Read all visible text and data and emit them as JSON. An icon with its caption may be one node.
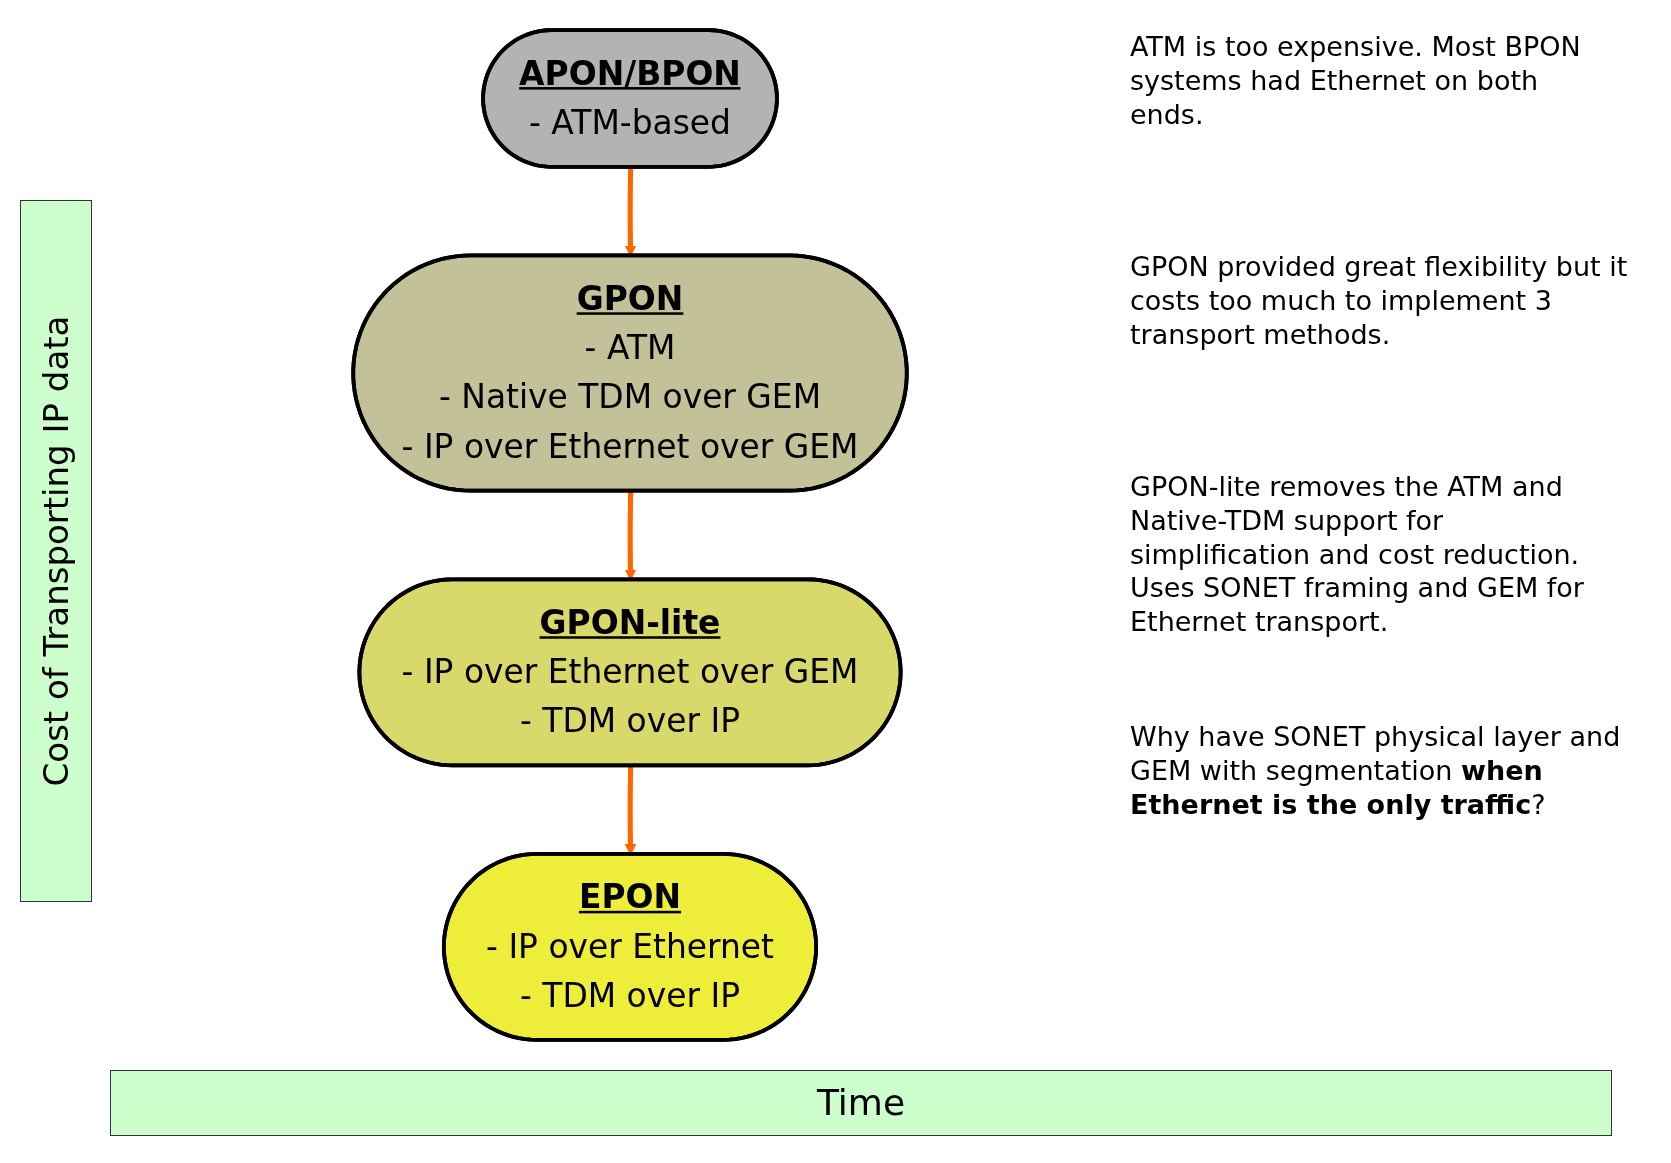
{
  "diagram": {
    "nodes": [
      {
        "text": [
          "APON/BPON",
          "- ATM-based"
        ]
      },
      {
        "text": [
          "GPON",
          "- ATM",
          "- Native TDM over GEM",
          "- IP over Ethernet over GEM"
        ]
      },
      {
        "text": [
          "GPON-lite",
          "- IP over Ethernet over GEM",
          "- TDM over IP"
        ]
      },
      {
        "text": [
          "EPON",
          "- IP over Ethernet",
          "- TDM over IP"
        ]
      }
    ],
    "edges": [
      {
        "from": 0,
        "to": 1,
        "arrow": "to"
      },
      {
        "from": 1,
        "to": 2,
        "arrow": "to"
      },
      {
        "from": 2,
        "to": 3,
        "arrow": "to"
      }
    ],
    "labels": [
      "ATM is too expensive.  Most BPON systems had Ethernet on both ends.",
      "GPON provided great flexibility but it costs too much to implement 3 transport methods.",
      "GPON-lite removes the ATM and Native-TDM support for simplification and cost reduction. Uses SONET framing and GEM for Ethernet transport.",
      "Why have SONET physical layer and GEM with segmentation **when Ethernet is the only traffic**?",
      "Cost of Transporting IP data",
      "Time"
    ]
  }
}
